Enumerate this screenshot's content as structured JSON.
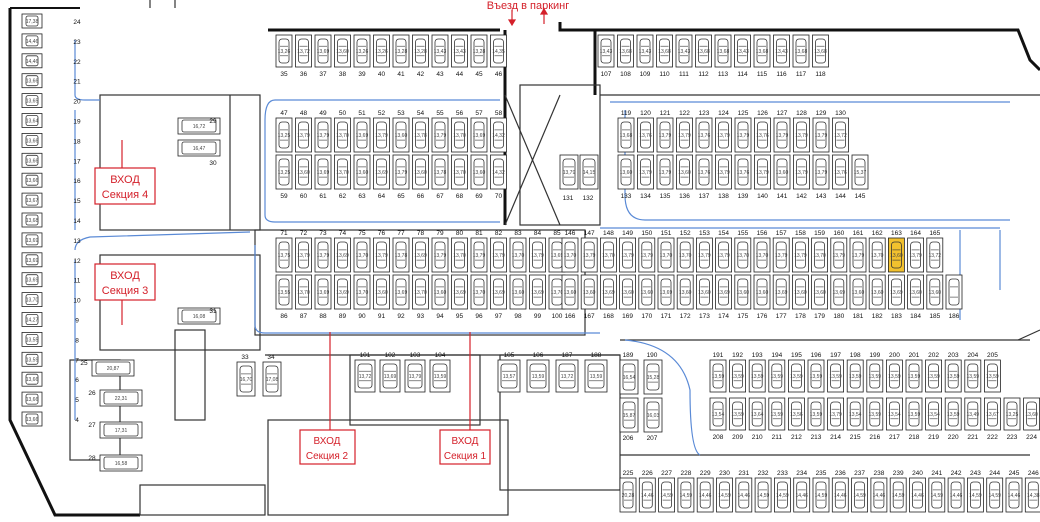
{
  "entrance": {
    "label": "Въезд в паркинг"
  },
  "sections": [
    {
      "line1": "ВХОД",
      "line2": "Секция 4"
    },
    {
      "line1": "ВХОД",
      "line2": "Секция 3"
    },
    {
      "line1": "ВХОД",
      "line2": "Секция 2"
    },
    {
      "line1": "ВХОД",
      "line2": "Секция 1"
    }
  ],
  "highlighted_spot": "163",
  "rows": {
    "top_a": {
      "numbers": [
        "35",
        "36",
        "37",
        "38",
        "39",
        "40",
        "41",
        "42",
        "43",
        "44",
        "45",
        "46"
      ],
      "areas": [
        "13,26",
        "13,72",
        "13,69",
        "13,60",
        "13,26",
        "13,26",
        "13,28",
        "13,28",
        "13,43",
        "13,43",
        "13,28",
        "14,35"
      ]
    },
    "top_b": {
      "numbers": [
        "107",
        "108",
        "109",
        "110",
        "111",
        "112",
        "113",
        "114",
        "115",
        "116",
        "117",
        "118"
      ],
      "areas": [
        "13,43",
        "13,68",
        "13,43",
        "13,68",
        "13,43",
        "13,68",
        "13,68",
        "13,43",
        "13,68",
        "13,43",
        "13,68",
        "13,68"
      ]
    },
    "r47": {
      "numbers": [
        "47",
        "48",
        "49",
        "50",
        "51",
        "52",
        "53",
        "54",
        "55",
        "56",
        "57",
        "58"
      ],
      "areas": [
        "13,25",
        "13,79",
        "13,79",
        "13,70",
        "13,69",
        "13,79",
        "13,60",
        "13,78",
        "13,79",
        "13,70",
        "13,69",
        "14,32"
      ]
    },
    "r59": {
      "numbers": [
        "59",
        "60",
        "61",
        "62",
        "63",
        "64",
        "65",
        "66",
        "67",
        "68",
        "69",
        "70"
      ],
      "areas": [
        "13,25",
        "13,60",
        "13,69",
        "13,70",
        "13,60",
        "13,69",
        "13,79",
        "13,60",
        "13,78",
        "13,70",
        "13,60",
        "14,32"
      ]
    },
    "r119": {
      "numbers": [
        "119",
        "120",
        "121",
        "122",
        "123",
        "124",
        "125",
        "126",
        "127",
        "128",
        "129",
        "130"
      ],
      "areas": [
        "13,68",
        "13,76",
        "13,79",
        "13,79",
        "13,76",
        "13,79",
        "13,79",
        "13,76",
        "13,79",
        "13,79",
        "13,79",
        "13,72"
      ]
    },
    "r133": {
      "numbers": [
        "133",
        "134",
        "135",
        "136",
        "137",
        "138",
        "139",
        "140",
        "141",
        "142",
        "143",
        "144",
        "145"
      ],
      "areas": [
        "13,60",
        "13,79",
        "13,79",
        "13,60",
        "13,76",
        "13,79",
        "13,76",
        "13,79",
        "13,60",
        "13,79",
        "13,79",
        "13,76",
        "15,37"
      ]
    },
    "r71": {
      "numbers": [
        "71",
        "72",
        "73",
        "74",
        "75",
        "76",
        "77",
        "78",
        "79",
        "80",
        "81",
        "82",
        "83",
        "84",
        "85"
      ],
      "areas": [
        "13,75",
        "13,79",
        "13,79",
        "13,69",
        "13,70",
        "13,79",
        "13,78",
        "13,69",
        "13,79",
        "13,70",
        "13,79",
        "13,79",
        "13,70",
        "13,79",
        "13,69"
      ]
    },
    "r86": {
      "numbers": [
        "86",
        "87",
        "88",
        "89",
        "90",
        "91",
        "92",
        "93",
        "94",
        "95",
        "96",
        "97",
        "98",
        "99",
        "100"
      ],
      "areas": [
        "13,55",
        "13,70",
        "13,69",
        "13,69",
        "13,70",
        "13,60",
        "13,69",
        "13,70",
        "13,60",
        "13,69",
        "13,70",
        "13,69",
        "13,60",
        "13,69",
        "13,70"
      ]
    },
    "r146": {
      "numbers": [
        "146",
        "147",
        "148",
        "149",
        "150",
        "151",
        "152",
        "153",
        "154",
        "155",
        "156",
        "157",
        "158",
        "159",
        "160",
        "161",
        "162",
        "163",
        "164",
        "165"
      ],
      "areas": [
        "13,70",
        "13,79",
        "13,70",
        "13,79",
        "13,79",
        "13,70",
        "13,70",
        "13,79",
        "13,79",
        "13,70",
        "13,70",
        "13,79",
        "13,79",
        "13,70",
        "13,79",
        "13,79",
        "13,70",
        "13,60",
        "13,79",
        "13,72"
      ]
    },
    "r166": {
      "numbers": [
        "166",
        "167",
        "168",
        "169",
        "170",
        "171",
        "172",
        "173",
        "174",
        "175",
        "176",
        "177",
        "178",
        "179",
        "180",
        "181",
        "182",
        "183",
        "184",
        "185",
        "186"
      ],
      "areas": [
        "13,60",
        "13,60",
        "13,69",
        "13,60",
        "13,60",
        "13,69",
        "13,60",
        "13,60",
        "13,69",
        "13,60",
        "13,60",
        "13,69",
        "13,60",
        "13,60",
        "13,69",
        "13,60",
        "13,60",
        "13,69",
        "13,60",
        "13,60",
        ""
      ]
    },
    "r101": {
      "numbers": [
        "101",
        "102",
        "103",
        "104"
      ],
      "areas": [
        "13,72",
        "13,69",
        "13,79",
        "13,59"
      ]
    },
    "r105": {
      "numbers": [
        "105",
        "106",
        "187",
        "188"
      ],
      "areas": [
        "13,57",
        "13,59",
        "13,72",
        "13,59"
      ]
    },
    "r191": {
      "numbers": [
        "191",
        "192",
        "193",
        "194",
        "195",
        "196",
        "197",
        "198",
        "199",
        "200",
        "201",
        "202",
        "203",
        "204",
        "205"
      ],
      "areas": [
        "13,59",
        "13,59",
        "13,59",
        "13,59",
        "13,59",
        "13,59",
        "13,59",
        "13,59",
        "13,59",
        "13,59",
        "13,59",
        "13,59",
        "13,59",
        "13,59",
        "13,59"
      ]
    },
    "r208": {
      "numbers": [
        "208",
        "209",
        "210",
        "211",
        "212",
        "213",
        "214",
        "215",
        "216",
        "217",
        "218",
        "219",
        "220",
        "221",
        "222",
        "223",
        "224"
      ],
      "areas": [
        "13,54",
        "13,59",
        "13,64",
        "13,59",
        "13,56",
        "13,59",
        "13,79",
        "13,54",
        "13,59",
        "13,54",
        "13,59",
        "13,54",
        "13,59",
        "13,49",
        "13,67",
        "13,25",
        "13,60"
      ]
    },
    "r225": {
      "numbers": [
        "225",
        "226",
        "227",
        "228",
        "229",
        "230",
        "231",
        "232",
        "233",
        "234",
        "235",
        "236",
        "237",
        "238",
        "239",
        "240",
        "241",
        "242",
        "243",
        "244",
        "245",
        "246"
      ],
      "areas": [
        "20,28",
        "14,46",
        "14,59",
        "14,59",
        "14,46",
        "14,59",
        "14,46",
        "14,59",
        "14,59",
        "14,46",
        "14,59",
        "14,46",
        "14,59",
        "14,46",
        "14,59",
        "14,46",
        "14,59",
        "14,46",
        "14,59",
        "14,59",
        "14,46",
        "14,38"
      ]
    },
    "left": {
      "numbers": [
        "24",
        "23",
        "22",
        "21",
        "20",
        "19",
        "18",
        "17",
        "16",
        "15",
        "14",
        "13",
        "12",
        "11",
        "10",
        "9",
        "8",
        "7",
        "6",
        "5",
        "4"
      ],
      "areas": [
        "17,38",
        "14,46",
        "14,46",
        "13,66",
        "13,65",
        "13,64",
        "13,66",
        "13,66",
        "13,66",
        "13,67",
        "13,68",
        "13,69",
        "13,69",
        "13,69",
        "13,70",
        "14,27",
        "13,55",
        "13,59",
        "13,66",
        "13,66",
        "13,66"
      ]
    },
    "inner_left": {
      "numbers": [
        "29",
        "30",
        "31",
        "25",
        "26",
        "27",
        "28"
      ],
      "areas": [
        "16,72",
        "16,47",
        "16,08",
        "20,87",
        "22,31",
        "17,31",
        "16,58"
      ]
    },
    "misc": {
      "numbers": [
        "131",
        "132",
        "33",
        "34",
        "189",
        "190",
        "206",
        "207"
      ],
      "areas": [
        "13,79",
        "14,15",
        "16,70",
        "17,08",
        "16,54",
        "15,28",
        "15,87",
        "16,03"
      ]
    }
  },
  "colors": {
    "line": "#222222",
    "wall": "#111111",
    "red": "#d4202a",
    "blue": "#5a8ad6",
    "highlight": "#f2c12e"
  }
}
